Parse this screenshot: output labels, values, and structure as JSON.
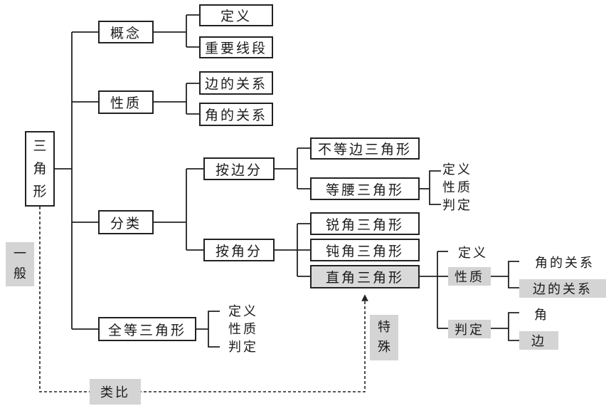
{
  "root": [
    "三",
    "角",
    "形"
  ],
  "level1": {
    "concept": "概念",
    "property": "性质",
    "classify": "分类",
    "congruent": "全等三角形"
  },
  "concept_children": [
    "定义",
    "重要线段"
  ],
  "property_children": [
    "边的关系",
    "角的关系"
  ],
  "classify_children": {
    "by_side": "按边分",
    "by_angle": "按角分"
  },
  "by_side_children": [
    "不等边三角形",
    "等腰三角形"
  ],
  "isosceles_items": [
    "定义",
    "性质",
    "判定"
  ],
  "by_angle_children": [
    "锐角三角形",
    "钝角三角形",
    "直角三角形"
  ],
  "right_triangle": {
    "definition": "定义",
    "property": "性质",
    "property_items": [
      "角的关系",
      "边的关系"
    ],
    "judgement": "判定",
    "judgement_items": [
      "角",
      "边"
    ]
  },
  "congruent_items": [
    "定义",
    "性质",
    "判定"
  ],
  "labels": {
    "general": [
      "一",
      "般"
    ],
    "special": [
      "特",
      "殊"
    ],
    "analogy": "类比"
  }
}
